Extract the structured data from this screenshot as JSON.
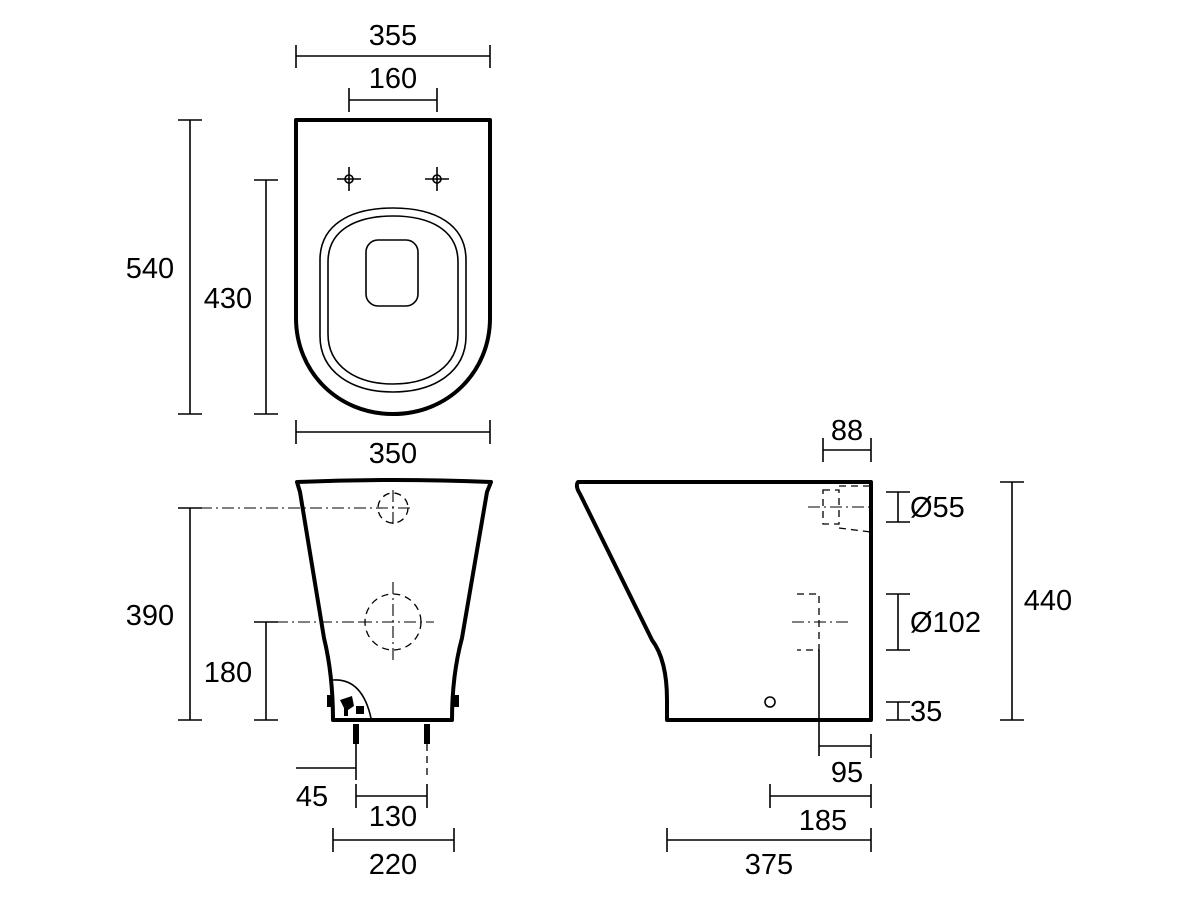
{
  "top_view": {
    "overall_width": "355",
    "fixing_centres": "160",
    "overall_length": "540",
    "fixing_to_front": "430",
    "pan_width": "350"
  },
  "front_view": {
    "inlet_height": "390",
    "outlet_height": "180",
    "fixing_offset": "45",
    "fixing_spacing": "130",
    "base_width": "220"
  },
  "side_view": {
    "inlet_setback": "88",
    "inlet_diameter": "Ø55",
    "outlet_diameter": "Ø102",
    "base_hole_height": "35",
    "overall_height": "440",
    "outlet_setback": "95",
    "base_hole_setback": "185",
    "overall_depth": "375"
  }
}
